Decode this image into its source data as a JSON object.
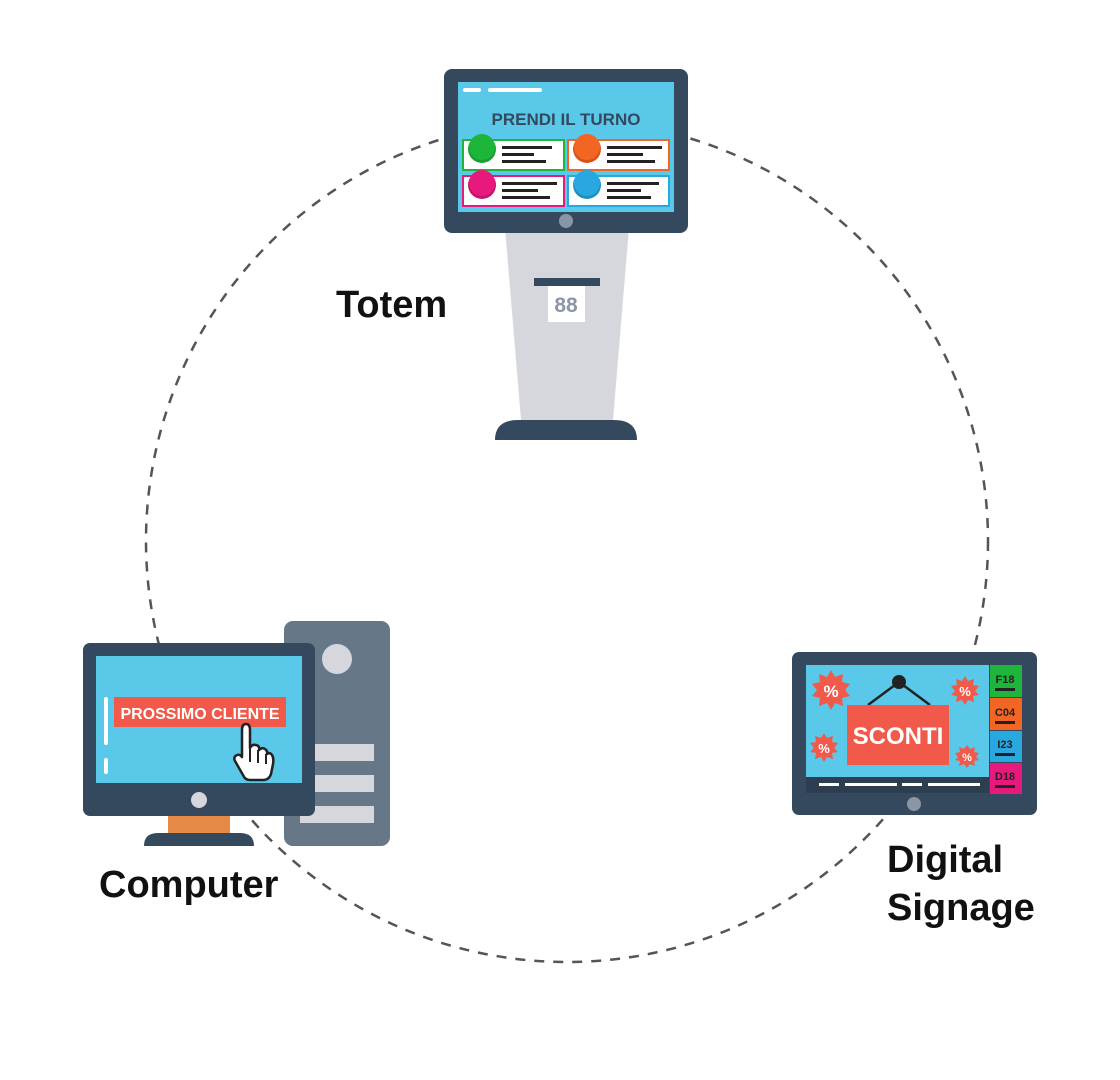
{
  "labels": {
    "totem": "Totem",
    "computer": "Computer",
    "digital_signage_line1": "Digital",
    "digital_signage_line2": "Signage"
  },
  "totem_screen": {
    "title": "PRENDI IL TURNO",
    "ticket_number": "88",
    "button_colors": [
      "#1db53a",
      "#f26522",
      "#e8197d",
      "#29a8e0"
    ]
  },
  "computer_screen": {
    "button_label": "PROSSIMO CLIENTE"
  },
  "signage_screen": {
    "sign_label": "SCONTI",
    "percent_symbol": "%",
    "queue": [
      {
        "code": "F18",
        "color": "#1db53a"
      },
      {
        "code": "C04",
        "color": "#f26522"
      },
      {
        "code": "I23",
        "color": "#29a8e0"
      },
      {
        "code": "D18",
        "color": "#e8197d"
      }
    ]
  },
  "colors": {
    "device_dark": "#34495e",
    "screen_blue": "#5ac8e8",
    "accent_red": "#f15a4a",
    "stand_grey": "#d5d7dc",
    "tower_grey": "#667788",
    "orange_neck": "#e58b45",
    "ring": "#555555"
  }
}
